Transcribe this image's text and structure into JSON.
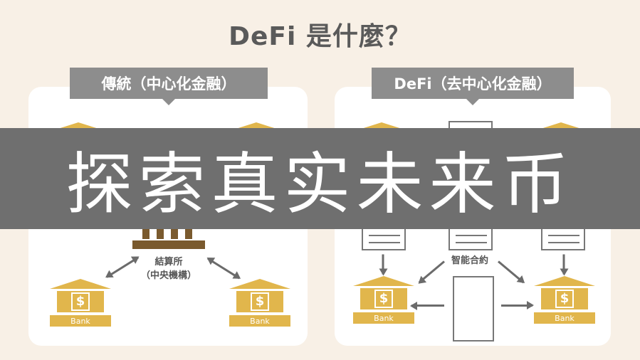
{
  "title": "DeFi 是什麼？",
  "left_panel": {
    "tag": "傳統（中心化金融）",
    "clearing_label_1": "結算所",
    "clearing_label_2": "（中央機構）",
    "bank_label": "Bank",
    "bank_symbol": "$"
  },
  "right_panel": {
    "tag": "DeFi（去中心化金融）",
    "contract_label": "智能合約",
    "bank_label": "Bank",
    "bank_symbol": "$"
  },
  "banner": {
    "text": "探索真实未来币"
  },
  "colors": {
    "background": "#f8f0e6",
    "bank_gold": "#e1b64c",
    "tag_gray": "#8d8d8d",
    "banner_gray": "#6f6f6f"
  }
}
